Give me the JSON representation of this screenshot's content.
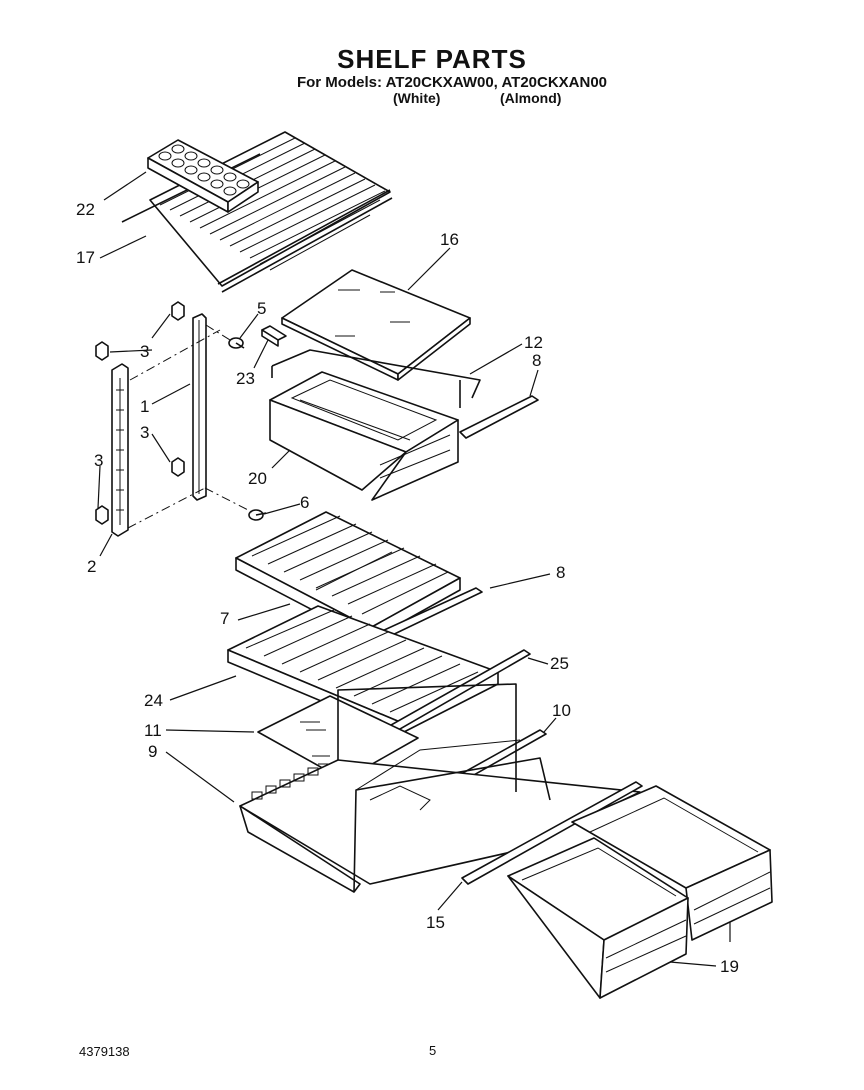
{
  "header": {
    "title": "SHELF PARTS",
    "models": "For Models: AT20CKXAW00, AT20CKXAN00",
    "color_white": "(White)",
    "color_almond": "(Almond)"
  },
  "callouts": {
    "c22": "22",
    "c17": "17",
    "c16": "16",
    "c5": "5",
    "c3a": "3",
    "c23": "23",
    "c12": "12",
    "c8a": "8",
    "c1": "1",
    "c3b": "3",
    "c3c": "3",
    "c20": "20",
    "c6": "6",
    "c2": "2",
    "c8b": "8",
    "c7": "7",
    "c25": "25",
    "c24": "24",
    "c11": "11",
    "c10": "10",
    "c9": "9",
    "c15": "15",
    "c19": "19"
  },
  "footer": {
    "doc_number": "4379138",
    "page_number": "5"
  }
}
